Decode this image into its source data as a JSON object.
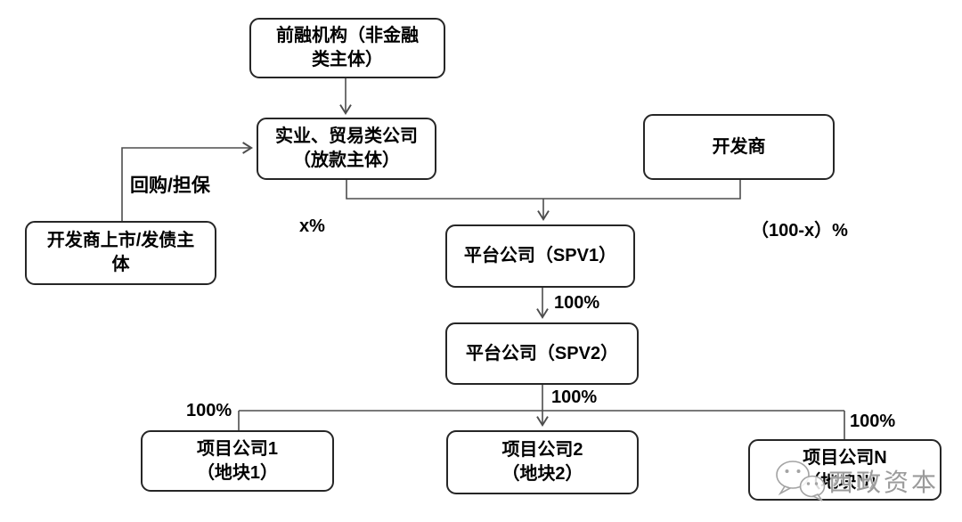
{
  "diagram": {
    "nodes": {
      "front_funding": {
        "line1": "前融机构（非金融",
        "line2": "类主体）"
      },
      "lending_company": {
        "line1": "实业、贸易类公司",
        "line2": "（放款主体）"
      },
      "developer": {
        "line1": "开发商"
      },
      "listed_issuer": {
        "line1": "开发商上市/发债主",
        "line2": "体"
      },
      "spv1": {
        "line1": "平台公司（SPV1）"
      },
      "spv2": {
        "line1": "平台公司（SPV2）"
      },
      "project1": {
        "line1": "项目公司1",
        "line2": "（地块1）"
      },
      "project2": {
        "line1": "项目公司2",
        "line2": "（地块2）"
      },
      "projectN": {
        "line1": "项目公司N",
        "line2": "（地块N）"
      }
    },
    "edge_labels": {
      "repurchase_guarantee": "回购/担保",
      "x_percent": "x%",
      "remainder_percent": "（100-x）%",
      "spv1_to_spv2": "100%",
      "spv2_to_projects": "100%",
      "project1_share": "100%",
      "projectN_share": "100%"
    },
    "watermark": {
      "text": "西政资本"
    },
    "colors": {
      "line": "#4d4d4d",
      "box_border": "#262626",
      "text": "#000000",
      "watermark": "#9b9b9b"
    }
  }
}
